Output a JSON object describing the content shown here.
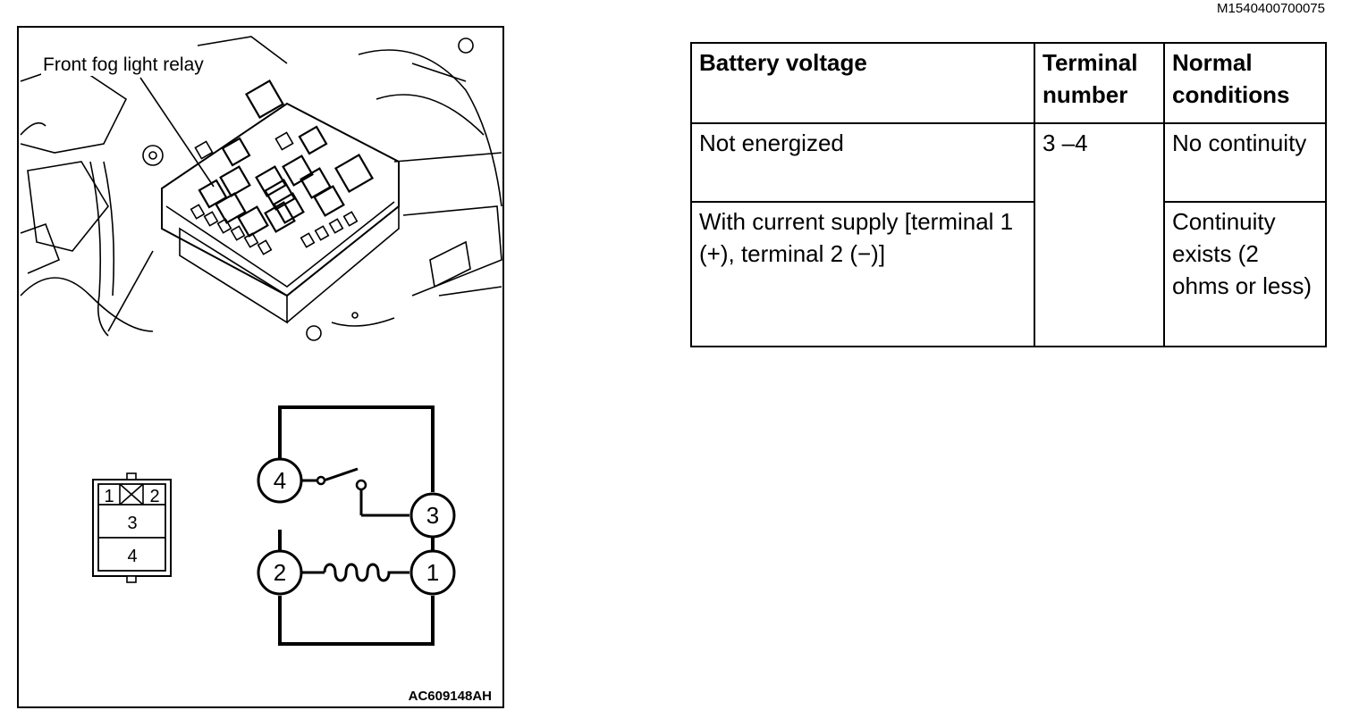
{
  "document_id": "M1540400700075",
  "figure": {
    "callout": "Front fog light relay",
    "code": "AC609148AH",
    "connector_labels": [
      "1",
      "2",
      "3",
      "4"
    ],
    "terminal_labels": [
      "4",
      "3",
      "2",
      "1"
    ]
  },
  "table": {
    "headers": [
      "Battery voltage",
      "Terminal number",
      "Normal conditions"
    ],
    "rows": [
      {
        "voltage": "Not energized",
        "terminal": "3 –4",
        "condition": "No continuity"
      },
      {
        "voltage": "With current supply [terminal 1 (+), terminal 2 (−)]",
        "condition": "Continuity exists (2 ohms or less)"
      }
    ]
  }
}
